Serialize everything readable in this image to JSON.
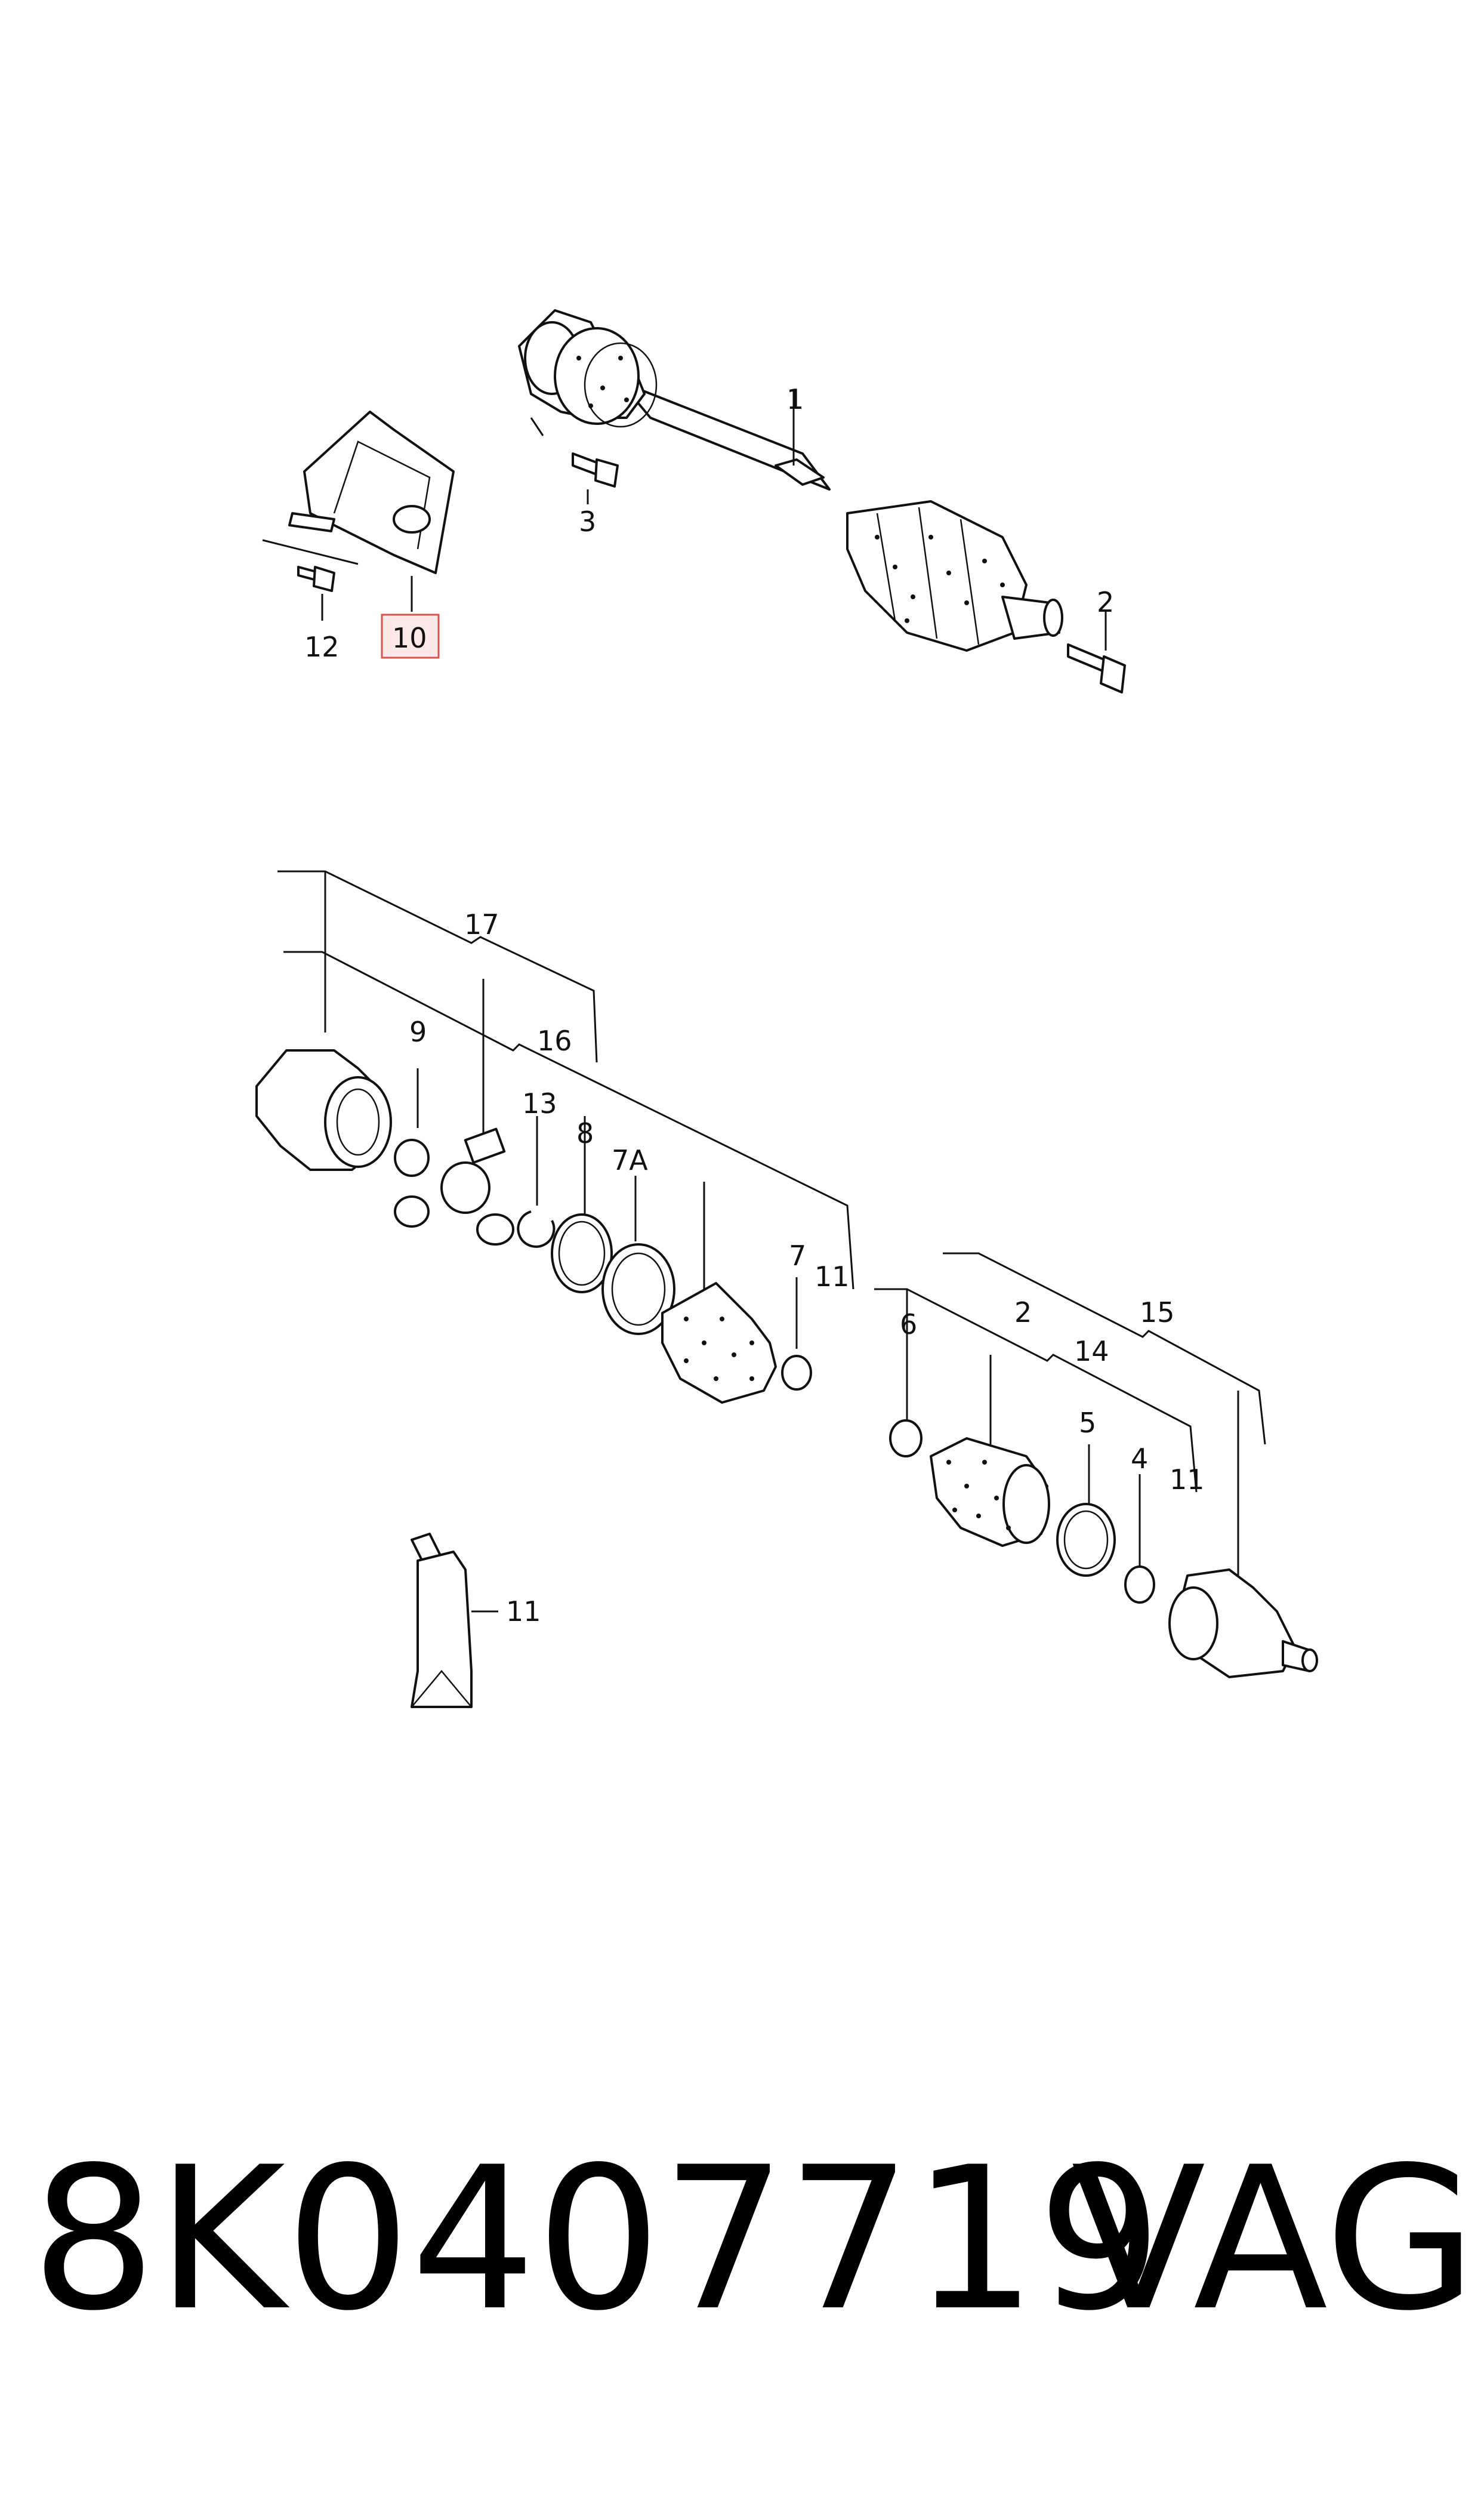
{
  "callouts": {
    "c1": "1",
    "c2": "2",
    "c3": "3",
    "c12": "12",
    "c10": "10",
    "c17": "17",
    "c16": "16",
    "c9": "9",
    "c13": "13",
    "c8": "8",
    "c7a": "7A",
    "c7": "7",
    "c11a": "11",
    "c6": "6",
    "c2b": "2",
    "c15": "15",
    "c14": "14",
    "c5": "5",
    "c4": "4",
    "c11b": "11",
    "c11c": "11"
  },
  "highlight_color": "#d9534f",
  "footer": {
    "part_number": "8K0407719",
    "brand": "VAG"
  }
}
